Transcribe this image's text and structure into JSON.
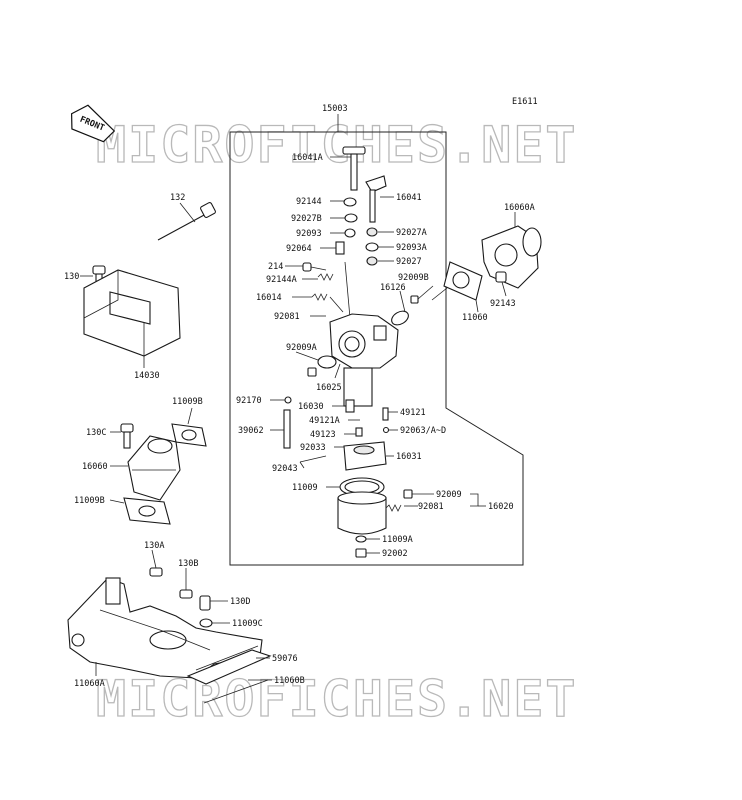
{
  "diagram": {
    "code": "E1611",
    "front_label": "FRONT",
    "watermark": "MICROFICHES.NET",
    "labels": {
      "p15003": "15003",
      "p16041A": "16041A",
      "p16041": "16041",
      "p92144": "92144",
      "p92027B": "92027B",
      "p92027A": "92027A",
      "p92093": "92093",
      "p92093A": "92093A",
      "p92064": "92064",
      "p92027": "92027",
      "p214": "214",
      "p92144A": "92144A",
      "p92009B": "92009B",
      "p16126": "16126",
      "p16014": "16014",
      "p92081a": "92081",
      "p92009A": "92009A",
      "p16025": "16025",
      "p92170": "92170",
      "p16030": "16030",
      "p49121": "49121",
      "p49121A": "49121A",
      "p39062": "39062",
      "p49123": "49123",
      "p92063": "92063/A~D",
      "p92033": "92033",
      "p16031": "16031",
      "p92043": "92043",
      "p11009": "11009",
      "p92009": "92009",
      "p92081b": "92081",
      "p16020": "16020",
      "p11009A": "11009A",
      "p92002": "92002",
      "p16060A": "16060A",
      "p11060": "11060",
      "p92143": "92143",
      "p132": "132",
      "p130": "130",
      "p14030": "14030",
      "p11009B_top": "11009B",
      "p130C": "130C",
      "p16060": "16060",
      "p11009B_bot": "11009B",
      "p130A": "130A",
      "p130B": "130B",
      "p130D": "130D",
      "p11009C": "11009C",
      "p59076": "59076",
      "p11060A": "11060A",
      "p11060B": "11060B"
    }
  }
}
